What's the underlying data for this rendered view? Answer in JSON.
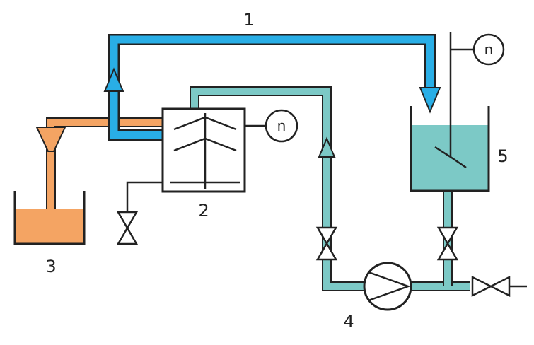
{
  "labels": {
    "pipe_1": "1",
    "centrifuge_2": "2",
    "vessel_3": "3",
    "pump_4": "4",
    "tank_5": "5"
  },
  "speed_symbols": {
    "centrifuge_motor": "n",
    "mixer_motor": "n"
  },
  "colors": {
    "blue_line": "#29aee6",
    "teal_line": "#7cc9c6",
    "orange_line": "#f4a463",
    "outline": "#222222",
    "tank_liquid": "#7cc9c6",
    "vessel_liquid": "#f4a463"
  }
}
